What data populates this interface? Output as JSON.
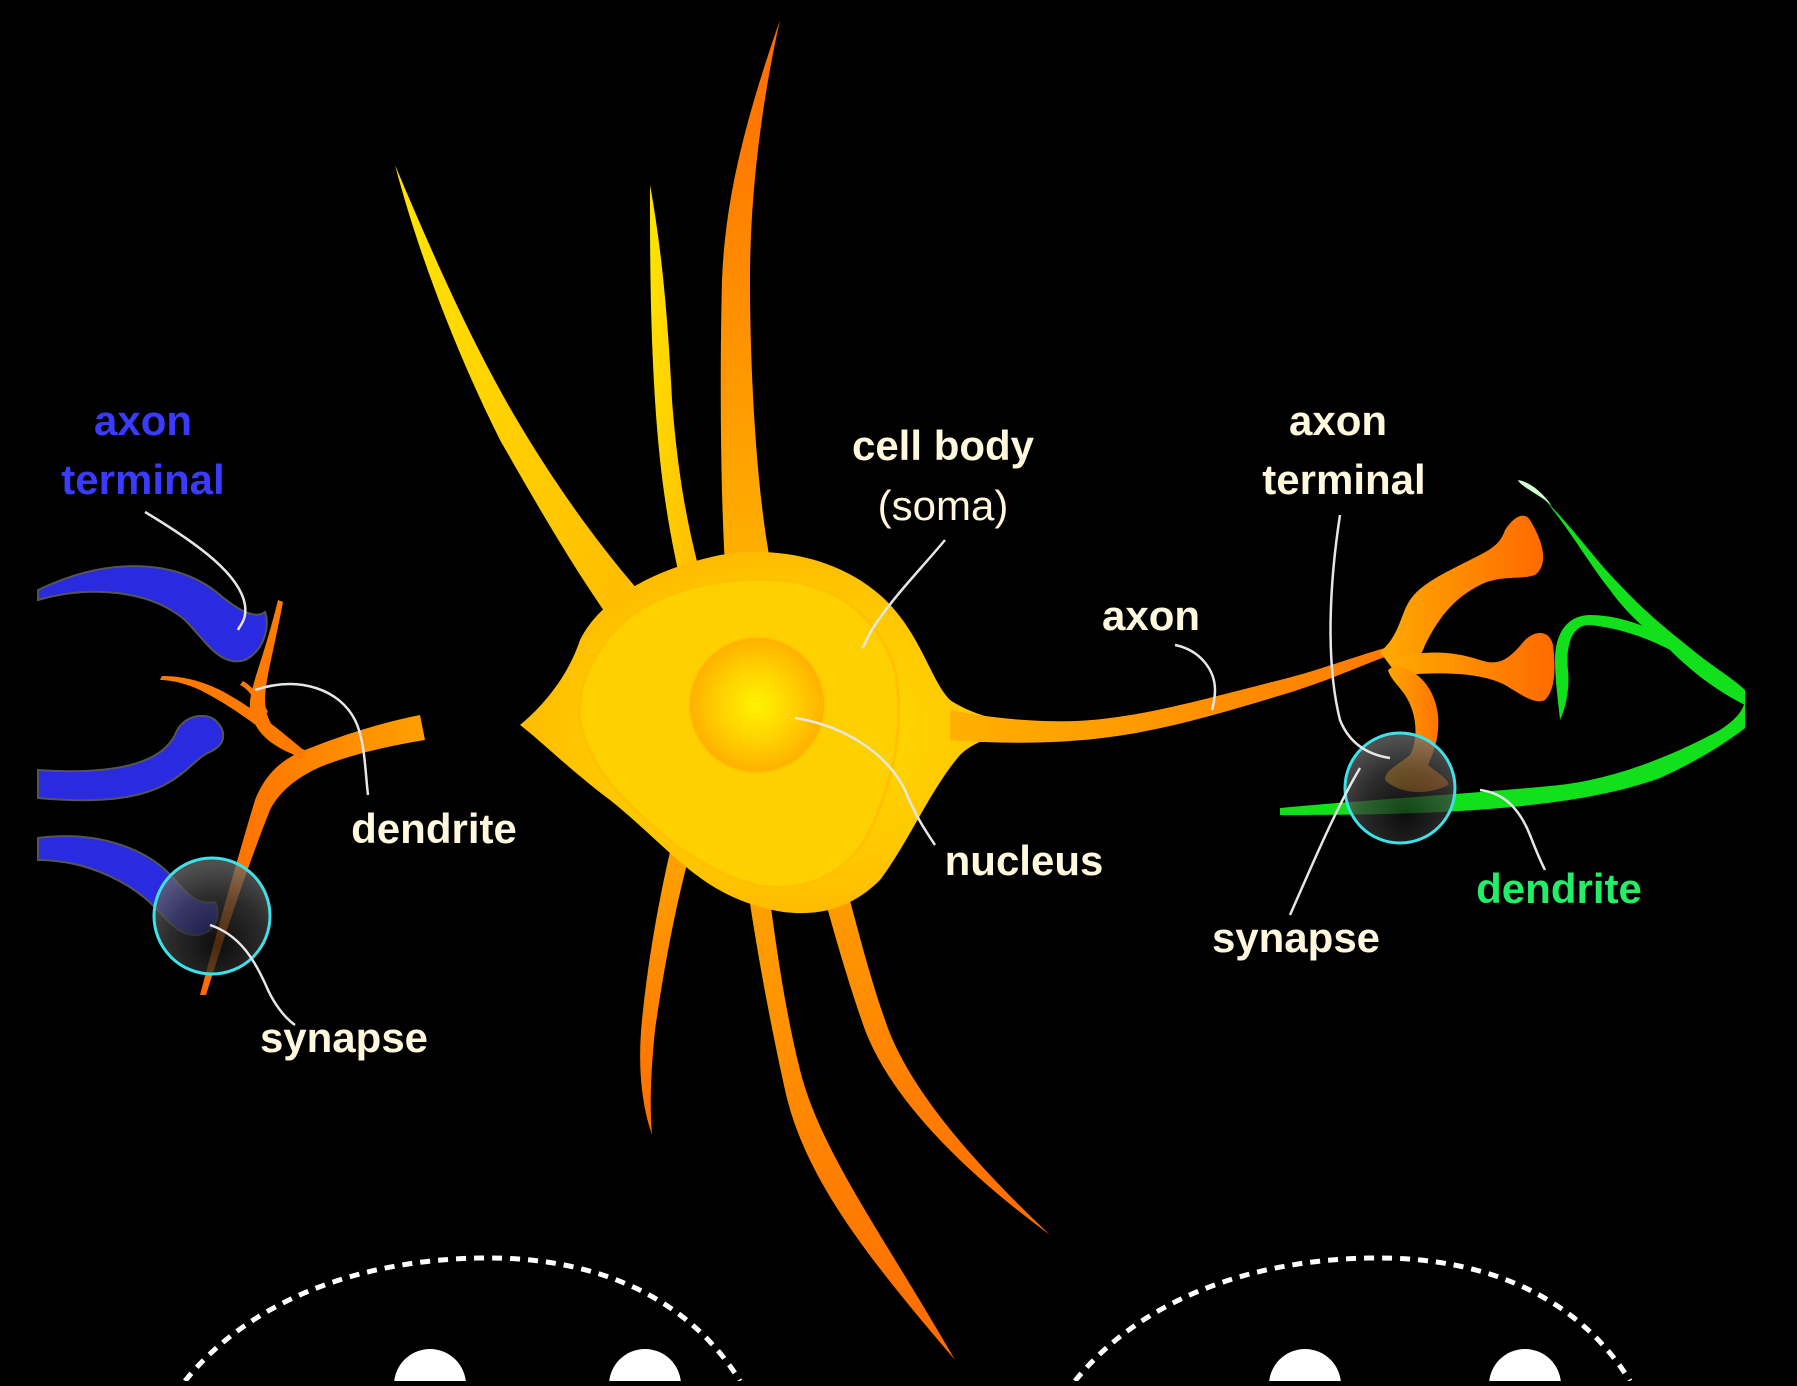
{
  "labels": {
    "axon_terminal_left_line1": "axon",
    "axon_terminal_left_line2": "terminal",
    "dendrite_left": "dendrite",
    "synapse_left": "synapse",
    "cell_body_line1": "cell body",
    "cell_body_line2": "(soma)",
    "nucleus": "nucleus",
    "axon": "axon",
    "axon_terminal_right_line1": "axon",
    "axon_terminal_right_line2": "terminal",
    "synapse_right": "synapse",
    "dendrite_right": "dendrite"
  },
  "colors": {
    "background": "#000000",
    "label_cream": "#FFF8DC",
    "label_blue": "#3B3BFF",
    "label_green": "#22EE66",
    "neuron_yellow": "#FFD400",
    "neuron_orange": "#FF7A00",
    "presynaptic_blue": "#2A2AE0",
    "postsynaptic_green": "#11E01A",
    "synapse_ring": "#3FE0E8",
    "leader_line": "#E6E6E6"
  }
}
